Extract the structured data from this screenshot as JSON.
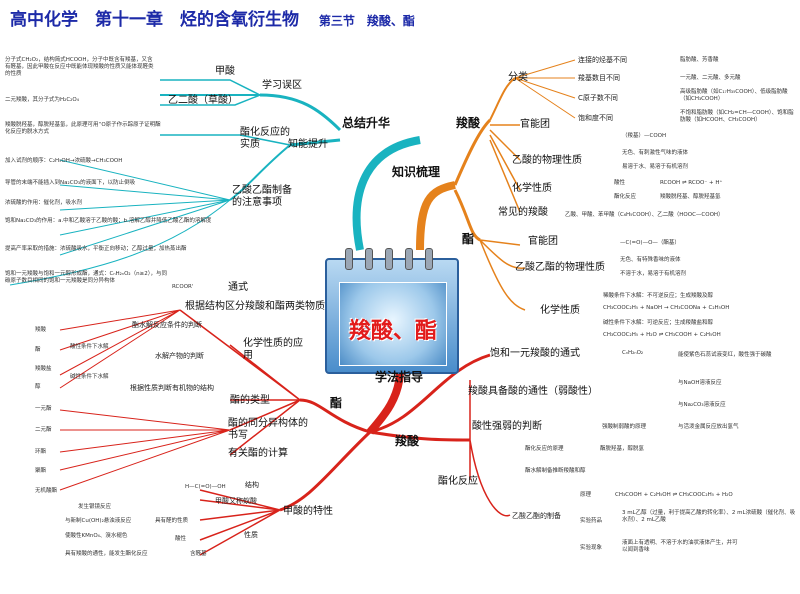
{
  "header": {
    "title": "高中化学　第十一章　烃的含氧衍生物",
    "section": "第三节　羧酸、酯"
  },
  "center_title": "羧酸、酯",
  "colors": {
    "teal": "#19b3c0",
    "orange": "#e5821c",
    "red": "#d8231b",
    "title_blue": "#1d2aa8"
  },
  "main_branches": {
    "summary": "总结升华",
    "knowledge": "知识梳理",
    "methods": "学法指导"
  },
  "summary": {
    "mistakes": "学习误区",
    "formic_acid": "甲酸",
    "formic_note": "分子式CH₂O₂，结构简式HCOOH，分子中既含有羧基，又含有醛基，因此甲酸在反应中既能体现羧酸的性质又能体现醛类的性质",
    "oxalic_acid": "乙二酸（草酸）",
    "oxalic_note": "二元羧酸，其分子式为H₂C₂O₄",
    "ability": "知能提升",
    "esterification": "酯化反应的实质",
    "ester_note": "羧酸脱羟基，醇脱羟基氢，此原理可用“O原子作示踪原子证明酯化反应的脱水方式",
    "ethyl_acetate_prep": "乙酸乙酯制备的注意事项",
    "prep_notes": [
      "加入试剂的顺序：C₂H₅OH→浓硫酸→CH₃COOH",
      "导管的末端不能插入到Na₂CO₃的液面下，以防止倒吸",
      "浓硫酸的作用：催化剂，吸水剂",
      "饱和Na₂CO₃的作用：a.中和乙酸溶于乙酸的酸；b.溶解乙醇并降低乙酸乙酯的溶解度",
      "提高产率采取的措施：浓硫酸吸水，平衡正向移动；乙醇过量；加热蒸出酯",
      "饱和一元羧酸与饱和一元醇形成酯，通式：CₙH₂ₙO₂（n≥2），与同碳原子数目相同的饱和一元羧酸是同分异构体"
    ]
  },
  "knowledge": {
    "carboxylic": "羧酸",
    "classification": "分类",
    "class_items": [
      {
        "label": "连接的烃基不同",
        "value": "脂肪酸、芳香酸"
      },
      {
        "label": "羧基数目不同",
        "value": "一元酸、二元酸、多元酸"
      },
      {
        "label": "C原子数不同",
        "value": "高级脂肪酸（如C₁₇H₃₅COOH）、低级脂肪酸（如CH₃COOH）"
      },
      {
        "label": "饱和度不同",
        "value": "不饱和脂肪酸（如CH₂=CH—COOH）、饱和脂肪酸（如HCOOH、CH₃COOH）"
      }
    ],
    "functional_group": "官能团",
    "acid_fg": "（羧基）—COOH",
    "acetic_physical": "乙酸的物理性质",
    "acetic_physical_items": [
      "无色、有刺激性气味的液体",
      "易溶于水、易溶于有机溶剂"
    ],
    "chem_props": "化学性质",
    "acidity": "酸性",
    "acidity_eq": "RCOOH ⇌ RCOO⁻ + H⁺",
    "ester_rx": "酯化反应",
    "ester_rx_note": "羧酸脱羟基、醇脱羟基氢",
    "common_acids": "常见的羧酸",
    "common_acids_value": "乙酸、甲酸、苯甲酸（C₆H₅COOH）、乙二酸（HOOC—COOH）",
    "ester": "酯",
    "ester_fg": "官能团",
    "ester_fg_value": "—C(=O)—O—（酯基）",
    "ea_physical": "乙酸乙酯的物理性质",
    "ea_physical_items": [
      "无色、有特殊香味的液体",
      "不溶于水，易溶于有机溶剂"
    ],
    "ester_chem": "化学性质",
    "ester_chem_items": [
      "稀酸条件下水解：不可逆反应；生成羧酸及醇",
      "CH₃COOC₂H₅ + NaOH → CH₃COONa + C₂H₅OH",
      "碱性条件下水解：可逆反应；生成羧酸盐和醇",
      "CH₃COOC₂H₅ + H₂O ⇌ CH₃COOH + C₂H₅OH"
    ]
  },
  "methods": {
    "carboxylic": "羧酸",
    "formula": "饱和一元羧酸的通式",
    "formula_value": "CₙH₂ₙO₂",
    "acidity": "羧酸具备酸的通性（弱酸性）",
    "acidity_items": [
      "能使紫色石蕊试液变红，酸性强于碳酸",
      "与NaOH溶液反应",
      "与Na₂CO₃溶液反应",
      "与活泼金属反应放出氢气"
    ],
    "acid_strength": "酸性强弱的判断",
    "acid_strength_value": "强酸制弱酸的原理",
    "ester_rx": "酯化反应",
    "ester_rx_items": [
      "酯化反应的原理",
      "酯脱羟基，醇脱氢",
      "酯水解制备推断羧酸和醇"
    ],
    "ea_prep": "乙酸乙酯的制备",
    "principle": "原理",
    "principle_eq": "CH₃COOH + C₂H₅OH ⇌ CH₃COOC₂H₅ + H₂O",
    "procedure": "实验药品",
    "procedure_value": "3 mL乙醇（过量，利于提高乙酸的转化率）、2 mL浓硫酸（催化剂、吸水剂）、2 mL乙酸",
    "phenomenon": "实验现象",
    "phenomenon_value": "液面上有透明、不溶于水的油状液体产生，并可以闻到香味",
    "ester": "酯",
    "ester_items": [
      "根据结构区分羧酸和酯两类物质",
      "通式",
      "化学性质的应用",
      "酯水解反应条件的判断",
      "水解产物的判断",
      "根据性质判断有机物的结构",
      "酯的类型",
      "酯的同分异构体的书写",
      "有关酯的计算"
    ],
    "left_small": [
      "羧酸",
      "酯",
      "羧酸盐",
      "醇",
      "一元酯",
      "二元酯",
      "环酯",
      "聚酯",
      "无机酸酯"
    ],
    "left_small2": [
      "酸性条件下水解",
      "碱性条件下水解"
    ],
    "rcoor": "RCOOR'",
    "formic": "甲酸的特性",
    "formic_items": [
      "结构",
      "甲酸又称蚁酸",
      "具有醛的性质",
      "性质",
      "酸性",
      "含醛基"
    ],
    "formic_notes": [
      "发生银镜反应",
      "与新制Cu(OH)₂悬浊液反应",
      "使酸性KMnO₄、溴水褪色",
      "具有羧酸的通性，能发生酯化反应"
    ],
    "formic_struct": "H—C(=O)—OH"
  }
}
